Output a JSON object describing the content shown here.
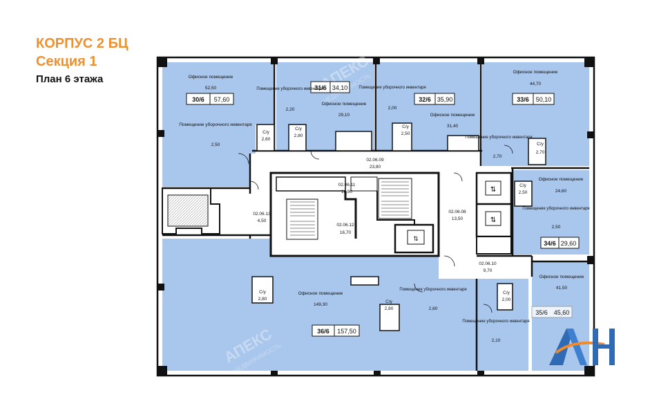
{
  "header": {
    "building": "КОРПУС 2 БЦ",
    "section": "Секция 1",
    "floor_plan": "План 6 этажа"
  },
  "colors": {
    "office_fill": "#a9c6ec",
    "corridor_fill": "#ffffff",
    "wall": "#111111",
    "title_accent": "#f0902a",
    "logo_blue": "#2f6ab5",
    "logo_orange": "#f08a2a"
  },
  "rooms": {
    "r30": {
      "name": "Офисное помещение",
      "area": "52,50",
      "id": "30/6",
      "total": "57,60"
    },
    "r31": {
      "name": "Офисное помещение",
      "area": "29,10",
      "id": "31/6",
      "total": "34,10"
    },
    "r32": {
      "name": "Офисное помещение",
      "area": "31,40",
      "id": "32/6",
      "total": "35,90"
    },
    "r33": {
      "name": "Офисное помещение",
      "area": "44,70",
      "id": "33/6",
      "total": "50,10"
    },
    "r34": {
      "name": "Офисное помещение",
      "area": "24,60",
      "id": "34/6",
      "total": "29,60"
    },
    "r35": {
      "name": "Офисное помещение",
      "area": "41,50",
      "id": "35/6",
      "total": "45,60"
    },
    "r36": {
      "name": "Офисное помещение",
      "area": "149,30",
      "id": "36/6",
      "total": "157,50"
    }
  },
  "utility": {
    "u30": {
      "name": "Помещение уборочного инвентаря",
      "area": "2,50"
    },
    "u31": {
      "name": "Помещение уборочного инвентаря",
      "area": "2,20"
    },
    "u32": {
      "name": "Помещение уборочного инвентаря",
      "area": "2,00"
    },
    "u33": {
      "name": "Помещение уборочного инвентаря",
      "area": "2,70"
    },
    "u34": {
      "name": "Помещение уборочного инвентаря",
      "area": "2,50"
    },
    "u36": {
      "name": "Помещение уборочного инвентаря",
      "area": "2,60"
    },
    "u35": {
      "name": "Помещение уборочного инвентаря",
      "area": "2,10"
    }
  },
  "wc": {
    "w1": {
      "label": "С/у",
      "area": "2,60"
    },
    "w2": {
      "label": "С/у",
      "area": "2,80"
    },
    "w3": {
      "label": "С/у",
      "area": "2,50"
    },
    "w4": {
      "label": "С/у",
      "area": "2,70"
    },
    "w5": {
      "label": "С/у",
      "area": "2,50"
    },
    "w6": {
      "label": "С/у",
      "area": "2,80"
    },
    "w7": {
      "label": "С/у",
      "area": "2,80"
    },
    "w8": {
      "label": "С/у",
      "area": "2,00"
    }
  },
  "common": {
    "c09": {
      "code": "02.06.09",
      "area": "23,80"
    },
    "c11": {
      "code": "02.06.11",
      "area": "16,90"
    },
    "c12": {
      "code": "02.06.12",
      "area": "16,70"
    },
    "c13": {
      "code": "02.06.13",
      "area": "4,50"
    },
    "c08": {
      "code": "02.06.08",
      "area": "13,50"
    },
    "c10": {
      "code": "02.06.10",
      "area": "9,70"
    }
  },
  "watermark": {
    "brand": "АПЕКС",
    "sub": "НЕДВИЖИМОСТЬ"
  },
  "icons": [
    "elevator-icon",
    "toilet-icon",
    "door-swing-icon",
    "stair-icon",
    "logo-icon"
  ]
}
